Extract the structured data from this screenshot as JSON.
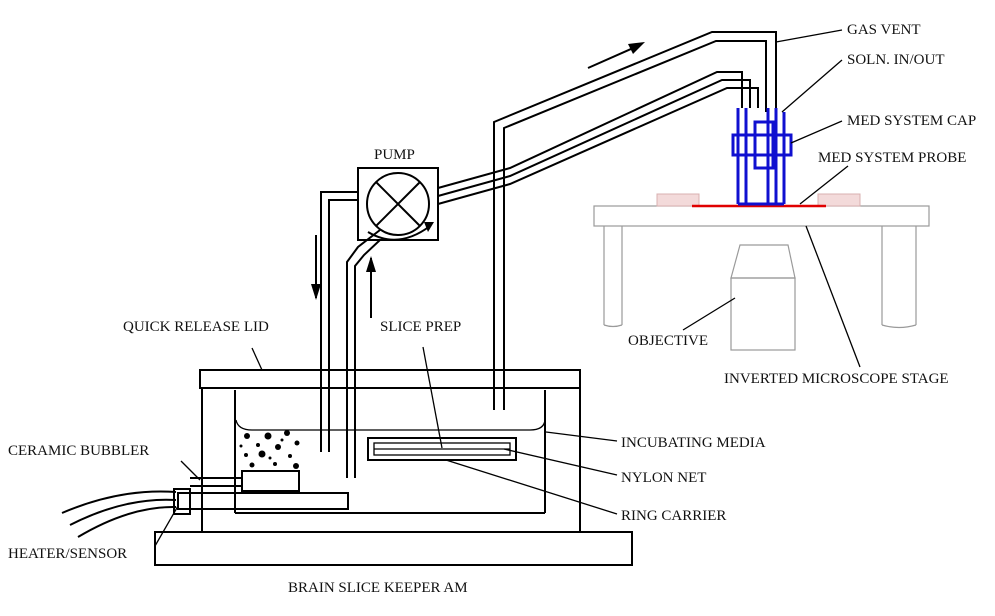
{
  "labels": {
    "gas_vent": "GAS VENT",
    "soln_in_out": "SOLN. IN/OUT",
    "med_system_cap": "MED SYSTEM CAP",
    "med_system_probe": "MED SYSTEM PROBE",
    "pump": "PUMP",
    "objective": "OBJECTIVE",
    "inverted_microscope_stage": "INVERTED MICROSCOPE STAGE",
    "quick_release_lid": "QUICK RELEASE LID",
    "slice_prep": "SLICE PREP",
    "incubating_media": "INCUBATING MEDIA",
    "ceramic_bubbler": "CERAMIC BUBBLER",
    "nylon_net": "NYLON NET",
    "ring_carrier": "RING CARRIER",
    "heater_sensor": "HEATER/SENSOR",
    "caption": "BRAIN SLICE KEEPER AM"
  },
  "colors": {
    "line": "#000000",
    "probe_blue": "#1010d0",
    "probe_red": "#e00000",
    "stage_grey": "#9a9a9a",
    "pad_pink": "#f3dada"
  }
}
